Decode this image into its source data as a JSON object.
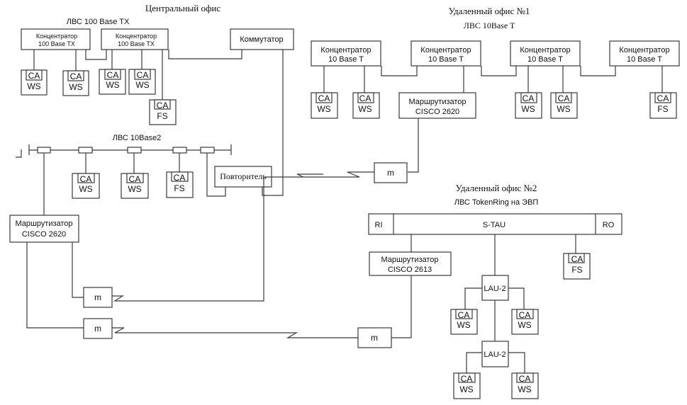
{
  "central_office": {
    "title": "Центральный офис",
    "lan_100": "ЛВС 100 Base TX",
    "hub_label_1": "Концентратор",
    "hub_label_2": "100 Base TX",
    "switch": "Коммутатор",
    "lan_10base2": "ЛВС 10Base2",
    "repeater": "Повторитель",
    "router_1": "Маршрутизатор",
    "router_2": "CISCO 2620"
  },
  "remote_office_1": {
    "title": "Удаленный офис №1",
    "lan": "ЛВС 10Base T",
    "hub_label_1": "Концентратор",
    "hub_label_2": "10 Base T",
    "router_1": "Маршрутизатор",
    "router_2": "CISCO 2620"
  },
  "remote_office_2": {
    "title": "Удаленный офис №2",
    "lan": "ЛВС TokenRing на ЭВП",
    "ri": "RI",
    "stau": "S-TAU",
    "ro": "RO",
    "router_1": "Маршрутизатор",
    "router_2": "CISCO 2613",
    "lau": "LAU-2"
  },
  "nodes": {
    "ca": "CA",
    "ws": "WS",
    "fs": "FS",
    "modem": "m"
  }
}
